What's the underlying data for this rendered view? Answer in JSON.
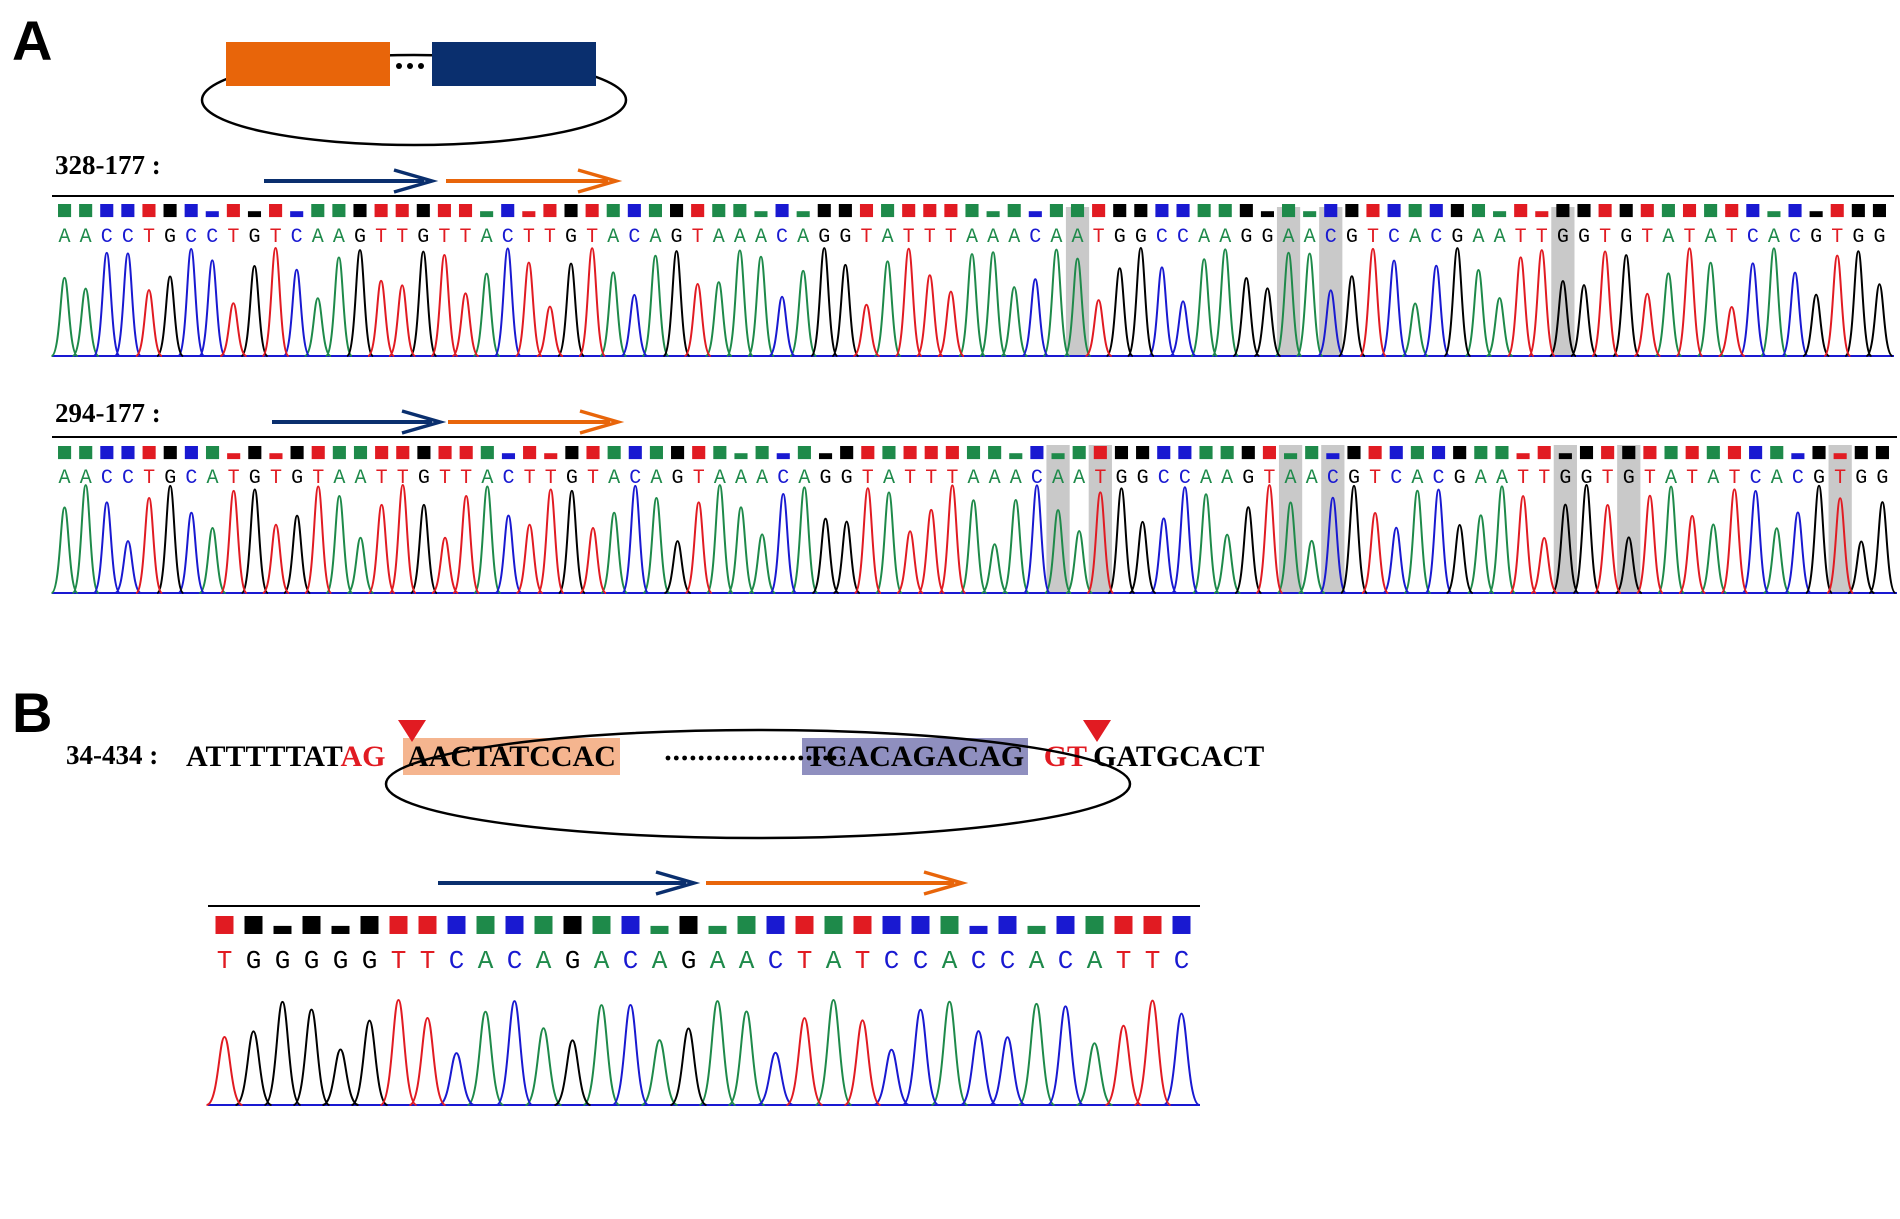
{
  "panels": {
    "a_letter": "A",
    "b_letter": "B"
  },
  "colors": {
    "A": "#1e8a4a",
    "C": "#1919d1",
    "G": "#000000",
    "T": "#e11b22",
    "orange": "#e8650a",
    "navy": "#0a2f6e",
    "highlight": "#c9c9c9",
    "box_orange": "#f5b58f",
    "box_purple": "#8f8fbf"
  },
  "traces": [
    {
      "label": "328-177 :",
      "sequence": "AACCTGCCTGTCAAGTTGTTACTTGTACAGTAAACAGGTATTTAAACAATGGCCAAGGAACGTCACGAATTGGTGTATATCACGTGG",
      "highlight_bases": [
        48,
        58,
        60,
        71
      ]
    },
    {
      "label": "294-177 :",
      "sequence": "AACCTGCATGTGTAATTGTTACTTGTACAGTAAACAGGTATTTAAACAATGGCCAAGTAACGTCACGAATTGGTGTATATCACGTGG",
      "highlight_bases": [
        47,
        49,
        58,
        60,
        71,
        74,
        84
      ]
    }
  ],
  "panel_b": {
    "label": "34-434 :",
    "left_flank": "ATTTTTAT",
    "splice_acceptor": "AG",
    "box1": "AACTATCCAC",
    "box2": "TCACAGACAG",
    "splice_donor": "GT",
    "right_flank": "GATGCACT",
    "trace_sequence": "TGGGGGTTCACAGACAGAACTATCCACCACATTC"
  }
}
